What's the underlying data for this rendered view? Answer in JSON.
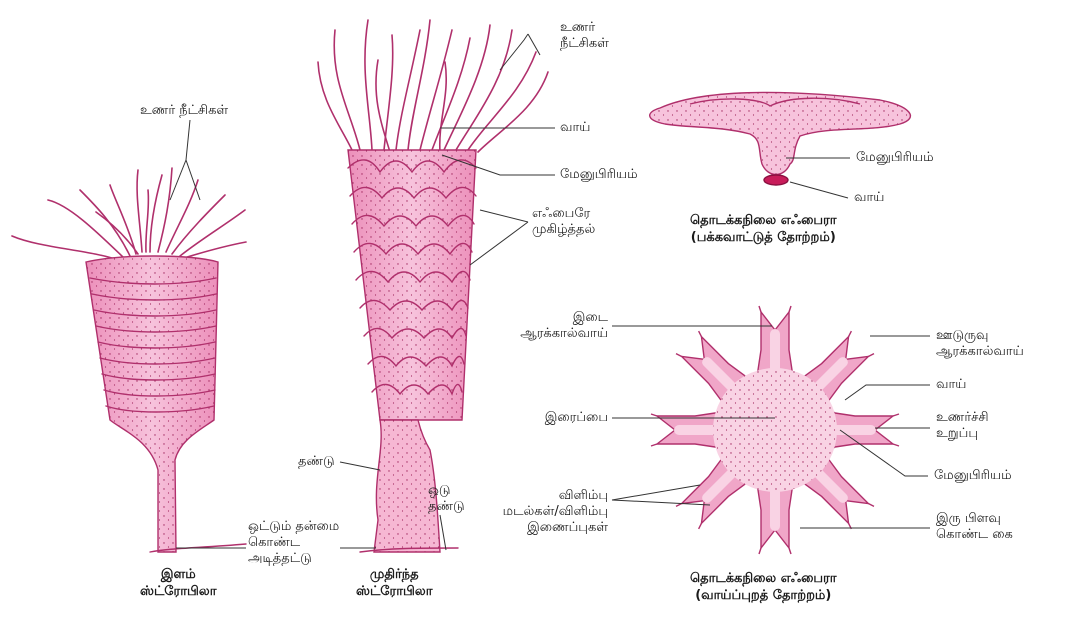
{
  "colors": {
    "body_fill": "#f0a6c8",
    "body_light": "#f9d3e4",
    "outline": "#b0306c",
    "mouth": "#c81c5a",
    "leader": "#333333"
  },
  "labels": {
    "young_tentacles": "உணர் நீட்சிகள்",
    "adhesive_line1": "ஒட்டும் தன்மை",
    "adhesive_line2": "கொண்ட",
    "adhesive_line3": "அடித்தட்டு",
    "young_caption_line1": "இளம்",
    "young_caption_line2": "ஸ்ட்ரோபிலா",
    "mature_tentacles_line1": "உணர்",
    "mature_tentacles_line2": "நீட்சிகள்",
    "mature_mouth": "வாய்",
    "mature_manubrium": "மேனுபிரியம்",
    "budding_line1": "எஃபைரே",
    "budding_line2": "முகிழ்த்தல்",
    "stalk": "தண்டு",
    "shell_stalk_line1": "ஒடு",
    "shell_stalk_line2": "தண்டு",
    "mature_caption_line1": "முதிர்ந்த",
    "mature_caption_line2": "ஸ்ட்ரோபிலா",
    "side_manubrium": "மேனுபிரியம்",
    "side_mouth": "வாய்",
    "side_caption_line1": "தொடக்கநிலை எஃபைரா",
    "side_caption_line2": "(பக்கவாட்டுத் தோற்றம்)",
    "inter_radial_line1": "இடை",
    "inter_radial_line2": "ஆரக்கால்வாய்",
    "gastric_pouch": "இரைப்பை",
    "marginal_line1": "விளிம்பு",
    "marginal_line2": "மடல்கள்/விளிம்பு",
    "marginal_line3": "இணைப்புகள்",
    "per_radial_line1": "ஊடுருவு",
    "per_radial_line2": "ஆரக்கால்வாய்",
    "oral_mouth": "வாய்",
    "sense_line1": "உணர்ச்சி",
    "sense_line2": "உறுப்பு",
    "oral_manubrium": "மேனுபிரியம்",
    "bifid_line1": "இரு பிளவு",
    "bifid_line2": "கொண்ட கை",
    "oral_caption_line1": "தொடக்கநிலை எஃபைரா",
    "oral_caption_line2": "(வாய்ப்புறத் தோற்றம்)"
  }
}
